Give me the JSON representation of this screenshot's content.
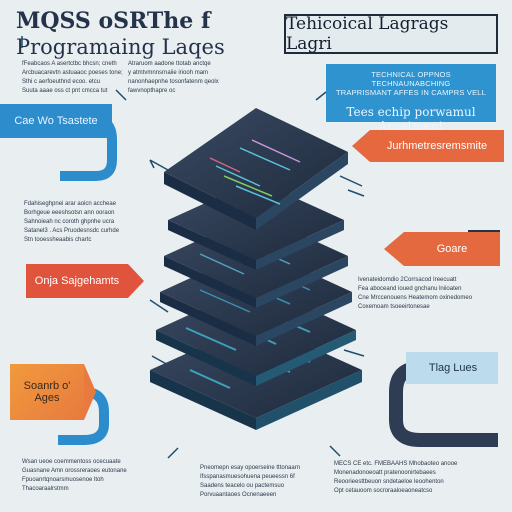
{
  "header": {
    "title_line1": "MQSS oSRThe f",
    "title_line2": "Programaing Laqes",
    "badge": "Tehicoical Lagrags Lagri"
  },
  "banner": {
    "line1": "TECHNICAL OPPNOS TECHNAUNABCHING",
    "line1b": "TRAPRISMANT AFFES IN CAMPRS VELL",
    "line2": "Tees echip porwamul Argetment"
  },
  "tags": {
    "blue_left": "Cae Wo Tsastete",
    "orange_right_top": "Jurhmetresremsmite",
    "orange_right_mid": "Goare",
    "red_left": "Onja Sajgehamts",
    "light_blue_right": "Tlag Lues",
    "orange_left_line1": "Soanrb o'",
    "orange_left_line2": "Ages"
  },
  "captions": {
    "top_left": [
      "fFeabcaos A asertctbc bhcsn; cneth",
      "Arcbuacarevtn astuaaoc poeses tone;",
      "Sthi c aerfoeuthnd ecoo. etcu",
      "  Suuta aaae oss ct pnt cmcca tut"
    ],
    "top_mid": [
      "Atraruom aadone ttotab anctqe",
      "y atmtvmnnsrnaiie iriooh mam",
      "nanonhaepnhe tosonfatenm qeolx",
      "fawvnopthapre  oc"
    ],
    "mid_left": [
      "Fdahiseghpnei arar  aoicn  accheae",
      "Borhgeue eeeshsotsn ann ooraon",
      "Sahnoieah nc  coroth ghpnhe ucra",
      "Satanel3 . Acs  Pruodesnsdc curhde",
      "Stn tooessheaabis chartc"
    ],
    "mid_right": [
      "Ivenateidomdio 2Corrsacod Ireecuatt",
      "Fea aboceand ioued gnchanu lniioaten",
      "Cne Mrccenouens Heatemom oxinedomeo",
      "Coxemoam tsoeeirtonesae"
    ],
    "bottom_left": [
      "Wsan ueoe coemmentoss ocecuaate",
      "Guasnane Amn orossreraoes eutonane",
      "Fpuoanrtqnoarsmuosenoe ltoh",
      "Thacoaraalrstmm"
    ],
    "bottom_mid": [
      "Pneomepn esay opoerseine tttonaarn",
      "Ifsspanasmuesohuena peueessn 6f",
      "Saadens teacelo ou pactemsuo",
      "Porvuaantaoes Ocnenaeeen"
    ],
    "bottom_right": [
      "MECS CE etc. FMEBAAHS Mhobaoteo anooe",
      "Monenadonoeoatt pratenoonirtebaees",
      "Reoorieesttbeuon sndetaeloe leoohenton",
      "Opt cetauoom socroraaloeaoneatcso"
    ]
  },
  "colors": {
    "background": "#e9eef1",
    "blue": "#2c8ccc",
    "orange": "#e5683f",
    "red": "#e0533c",
    "navy": "#24324a",
    "cyan_glow": "#3fc6e0"
  }
}
